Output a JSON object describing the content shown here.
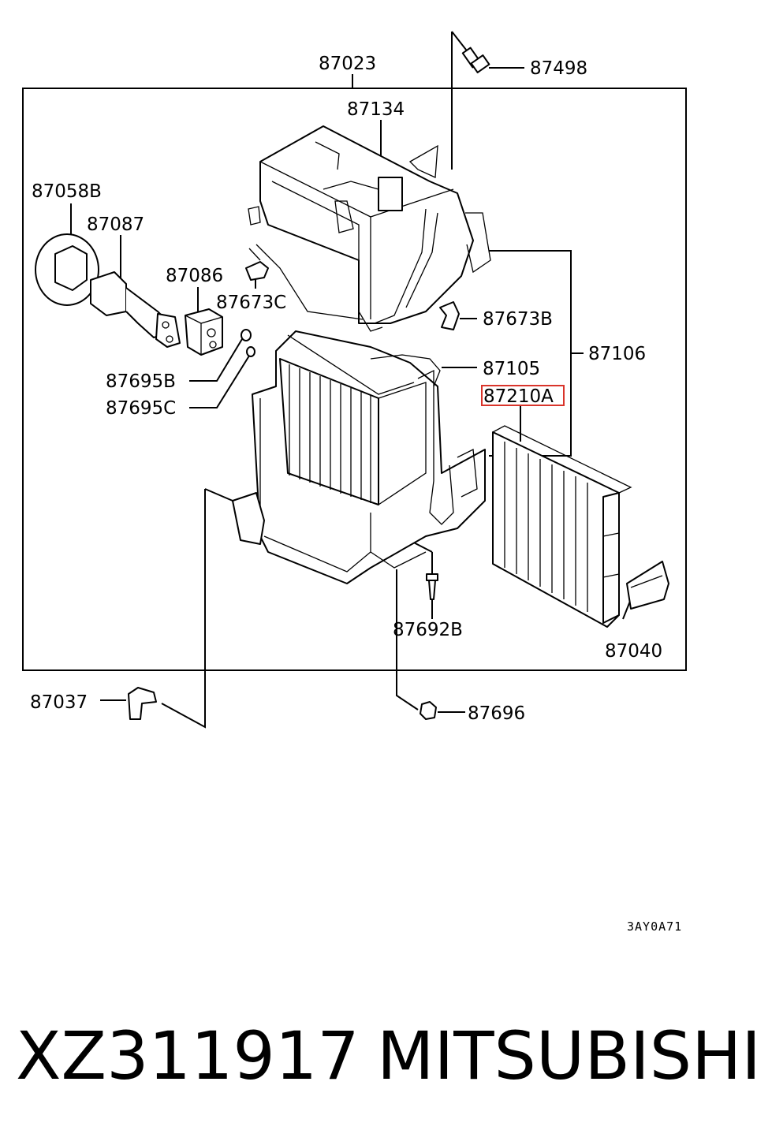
{
  "labels": {
    "p87023": "87023",
    "p87498": "87498",
    "p87134": "87134",
    "p87058B": "87058B",
    "p87087": "87087",
    "p87086": "87086",
    "p87673C": "87673C",
    "p87673B": "87673B",
    "p87106": "87106",
    "p87105": "87105",
    "p87210A": "87210A",
    "p87695B": "87695B",
    "p87695C": "87695C",
    "p87692B": "87692B",
    "p87040": "87040",
    "p87037": "87037",
    "p87696": "87696"
  },
  "highlight": {
    "label_key": "p87210A",
    "color": "#d9342b"
  },
  "diagram_code": "3AY0A71",
  "footer": {
    "part_number": "XZ311917",
    "brand": "MITSUBISHI"
  }
}
